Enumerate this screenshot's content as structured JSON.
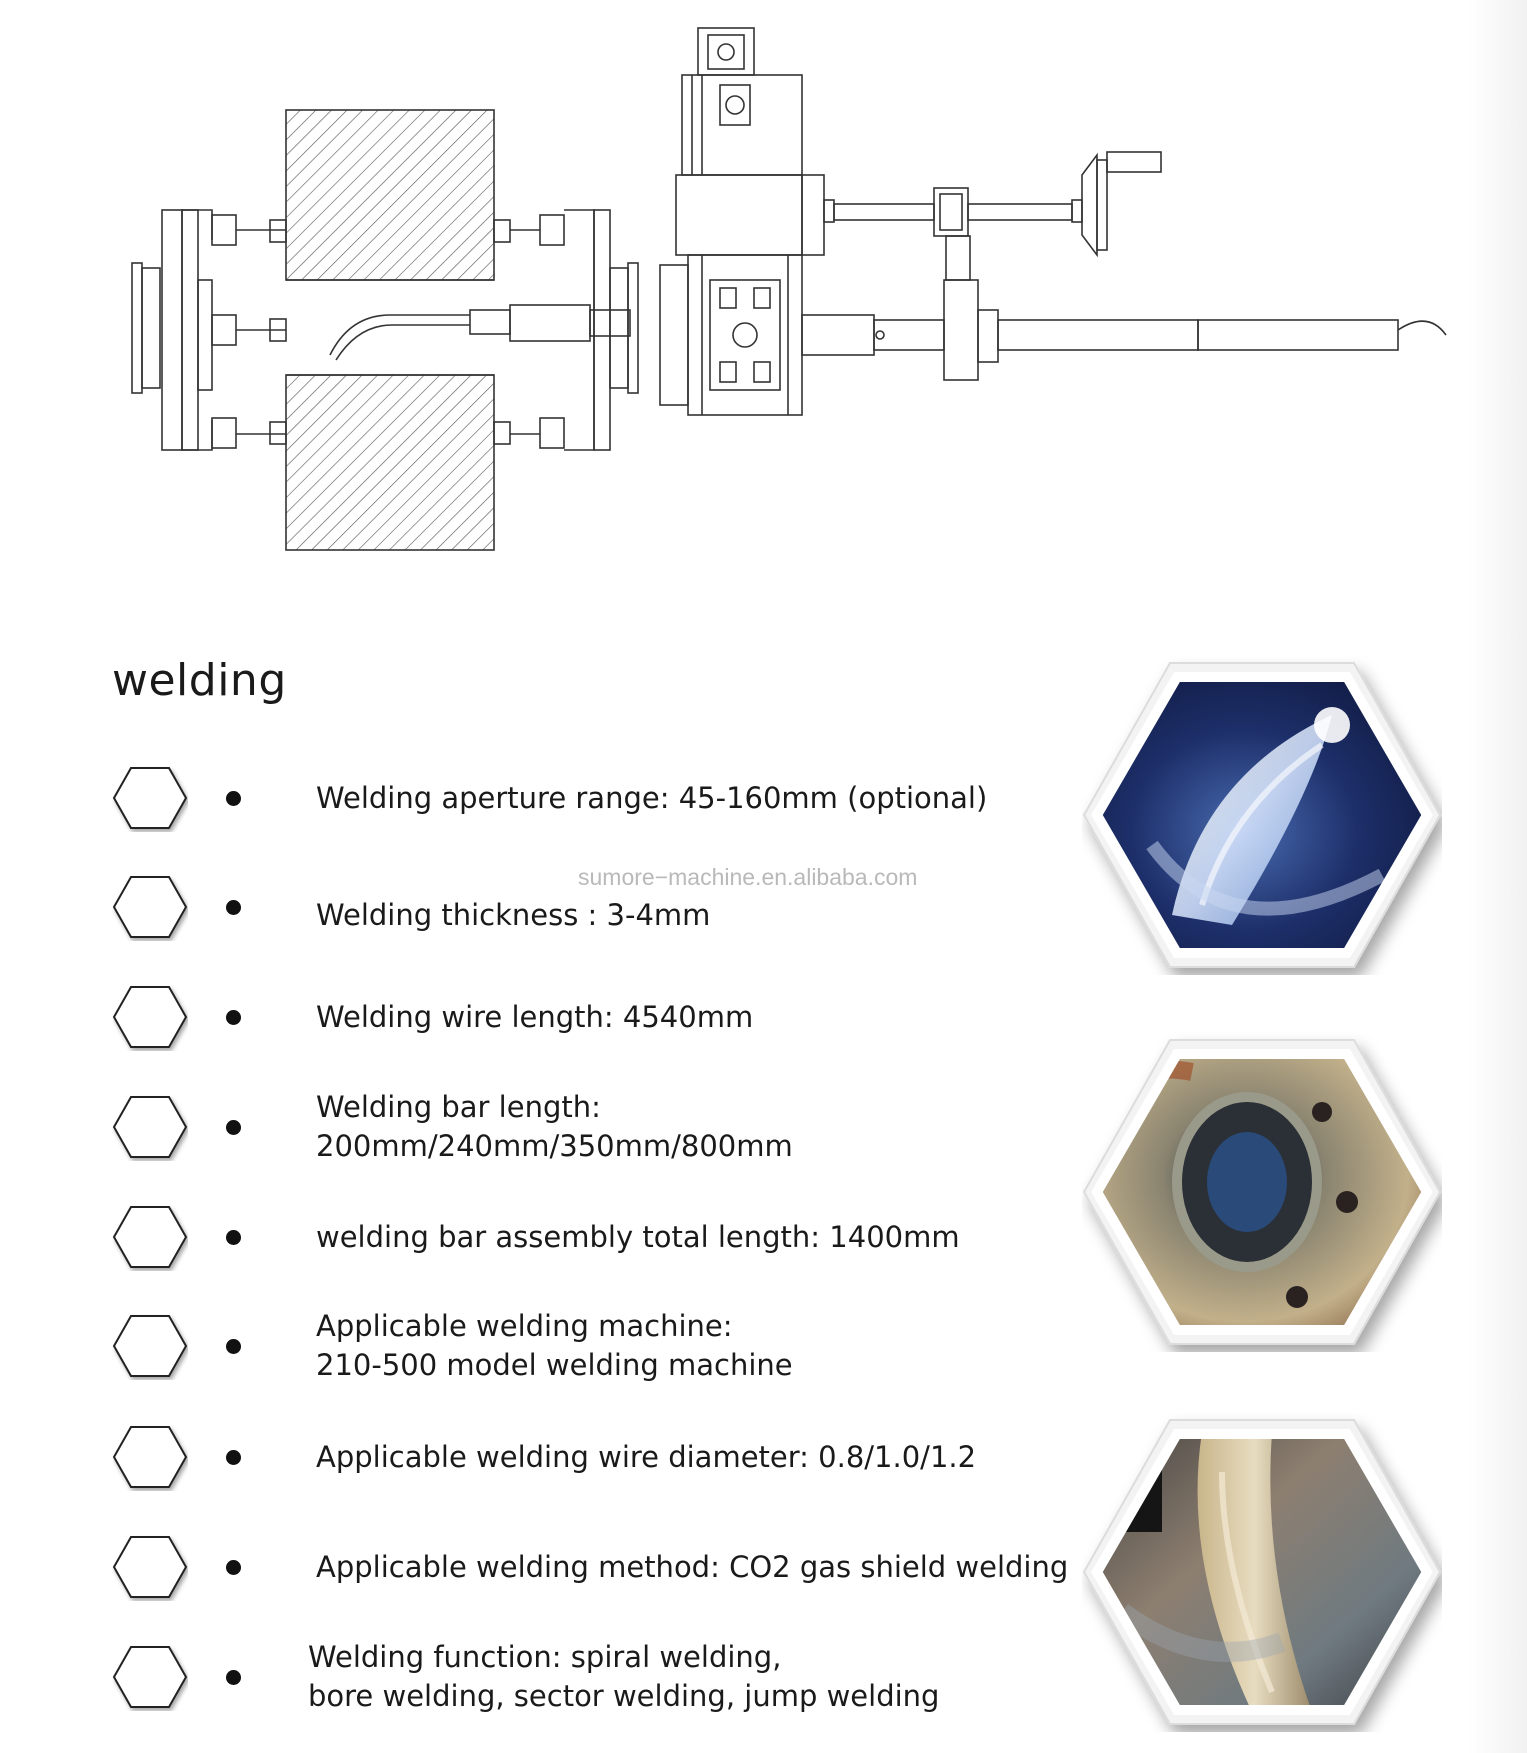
{
  "section": {
    "title": "welding"
  },
  "watermark": "sumore−machine.en.alibaba.com",
  "specs": [
    {
      "lines": [
        "Welding aperture range: 45-160mm (optional)"
      ]
    },
    {
      "lines": [
        "Welding thickness : 3-4mm"
      ]
    },
    {
      "lines": [
        "Welding wire length: 4540mm"
      ]
    },
    {
      "lines": [
        "Welding bar length:",
        "200mm/240mm/350mm/800mm"
      ]
    },
    {
      "lines": [
        "welding bar assembly total length: 1400mm"
      ]
    },
    {
      "lines": [
        "Applicable welding machine:",
        "210-500 model welding machine"
      ]
    },
    {
      "lines": [
        "Applicable welding wire diameter: 0.8/1.0/1.2"
      ]
    },
    {
      "lines": [
        "Applicable welding method: CO2 gas shield welding"
      ]
    },
    {
      "lines": [
        "Welding function: spiral welding,",
        "bore welding, sector welding, jump welding"
      ]
    }
  ],
  "colors": {
    "text": "#1a1a1a",
    "drawing_line": "#333333",
    "watermark": "#b9b9b9"
  }
}
